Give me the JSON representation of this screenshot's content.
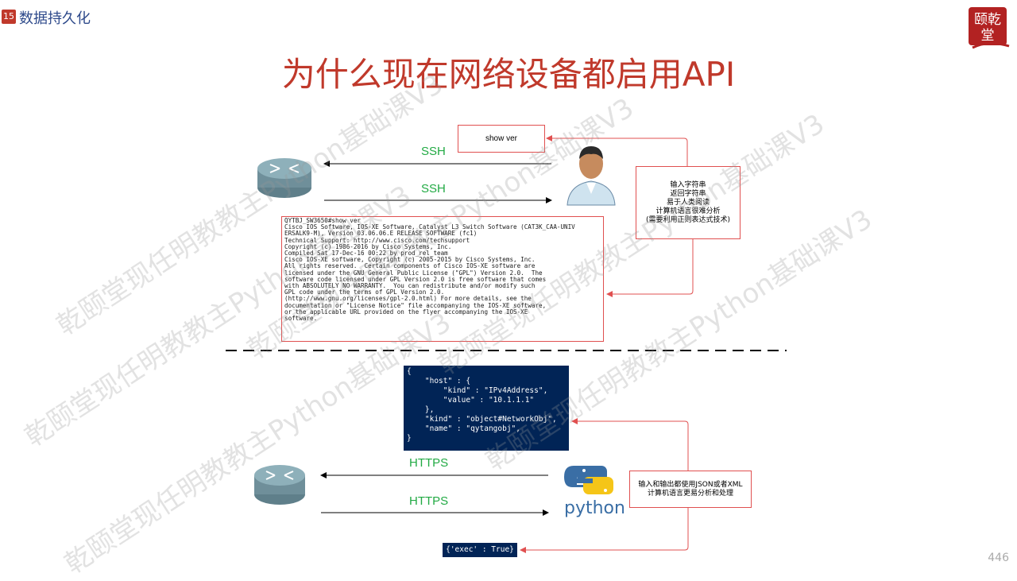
{
  "header": {
    "slide_number": "15",
    "section_title": "数据持久化",
    "logo_text": "颐乾堂"
  },
  "title": "为什么现在网络设备都启用API",
  "top": {
    "ssh_label_top": "SSH",
    "ssh_label_bottom": "SSH",
    "command_box": "show ver",
    "note_lines": [
      "输入字符串",
      "返回字符串",
      "易于人类阅读",
      "计算机语言很难分析",
      "(需要利用正则表达式技术)"
    ],
    "terminal_lines": [
      "QYTBJ_SW3650#show ver",
      "Cisco IOS Software, IOS-XE Software, Catalyst L3 Switch Software (CAT3K_CAA-UNIV",
      "ERSALK9-M), Version 03.06.06.E RELEASE SOFTWARE (fc1)",
      "Technical Support: http://www.cisco.com/techsupport",
      "Copyright (c) 1986-2016 by Cisco Systems, Inc.",
      "Compiled Sat 17-Dec-16 00:22 by prod_rel_team",
      "",
      "",
      "",
      "Cisco IOS-XE software, Copyright (c) 2005-2015 by Cisco Systems, Inc.",
      "All rights reserved.  Certain components of Cisco IOS-XE software are",
      "licensed under the GNU General Public License (\"GPL\") Version 2.0.  The",
      "software code licensed under GPL Version 2.0 is free software that comes",
      "with ABSOLUTELY NO WARRANTY.  You can redistribute and/or modify such",
      "GPL code under the terms of GPL Version 2.0.",
      "(http://www.gnu.org/licenses/gpl-2.0.html) For more details, see the",
      "documentation or \"License Notice\" file accompanying the IOS-XE software,",
      "or the applicable URL provided on the flyer accompanying the IOS-XE",
      "software."
    ]
  },
  "bottom": {
    "https_label_top": "HTTPS",
    "https_label_bottom": "HTTPS",
    "python_label": "python",
    "note_lines": [
      "输入和输出都使用JSON或者XML",
      "计算机语言更易分析和处理"
    ],
    "json_lines": [
      "{",
      "    \"host\" : {",
      "        \"kind\" : \"IPv4Address\",",
      "        \"value\" : \"10.1.1.1\"",
      "    },",
      "    \"kind\" : \"object#NetworkObj\",",
      "    \"name\" : \"qytangobj\",",
      "}"
    ],
    "exec_result": "{'exec' : True}"
  },
  "watermark_text": "乾颐堂现任明教教主Python基础课V3",
  "page_number": "446",
  "colors": {
    "title": "#c0392b",
    "section": "#2e4a8b",
    "protocol_label": "#22aa44",
    "annotation_line": "#e05050",
    "terminal_bg": "#012456"
  }
}
